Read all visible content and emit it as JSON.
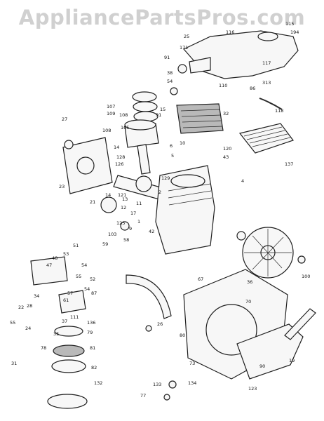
{
  "watermark": "AppliancePartsPros.com",
  "callouts": [
    "115",
    "116",
    "194",
    "25",
    "171",
    "91",
    "117",
    "38",
    "54",
    "110",
    "86",
    "313",
    "118",
    "91",
    "32",
    "15",
    "108",
    "107",
    "109",
    "27",
    "108",
    "105",
    "14",
    "10",
    "23",
    "128",
    "126",
    "129",
    "2",
    "6",
    "120",
    "43",
    "137",
    "5",
    "4",
    "121",
    "13",
    "12",
    "11",
    "21",
    "17",
    "1",
    "9",
    "14",
    "42",
    "125",
    "58",
    "103",
    "59",
    "48",
    "47",
    "51",
    "53",
    "54",
    "55",
    "52",
    "57",
    "54",
    "87",
    "61",
    "37",
    "26",
    "67",
    "70",
    "80",
    "36",
    "73",
    "123",
    "90",
    "111",
    "136",
    "78",
    "79",
    "81",
    "82",
    "132",
    "133",
    "134",
    "77",
    "35",
    "19",
    "34",
    "28",
    "22",
    "24",
    "31",
    "100",
    "55"
  ]
}
